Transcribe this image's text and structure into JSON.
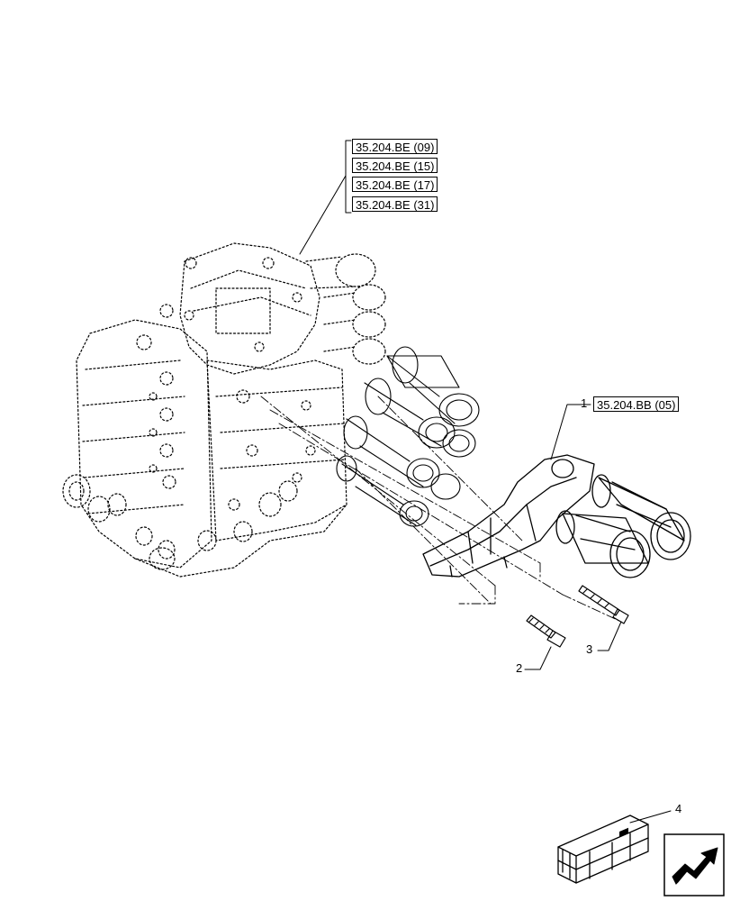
{
  "references": {
    "group_top": [
      "35.204.BE (09)",
      "35.204.BE (15)",
      "35.204.BE (17)",
      "35.204.BE (31)"
    ],
    "bracket": "35.204.BB (05)"
  },
  "callouts": {
    "item1": "1",
    "item2": "2",
    "item3": "3",
    "item4": "4"
  },
  "icons": {
    "kit": "kit-crate-icon",
    "nav": "next-page-arrow-icon"
  }
}
